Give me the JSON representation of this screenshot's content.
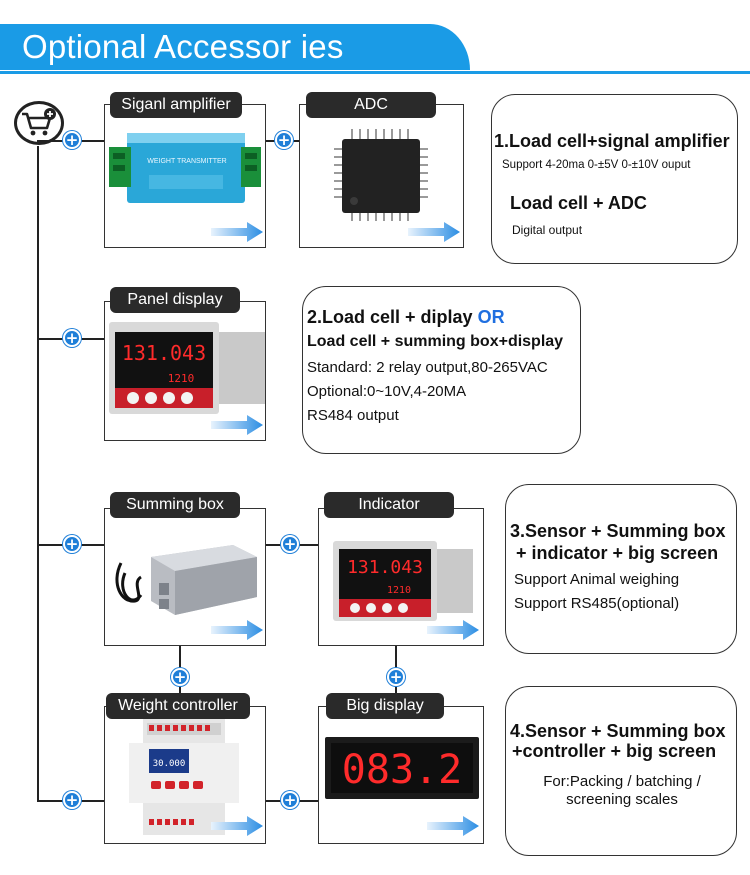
{
  "header": {
    "title": "Optional Accessor ies"
  },
  "colors": {
    "accent": "#1a9be6",
    "plus": "#1f7fd8",
    "label_bg": "#2a2a2a",
    "display_red": "#ff2b2b"
  },
  "icons": {
    "cart": "shopping-cart-add-icon",
    "plus": "plus-circle-icon",
    "arrow": "right-arrow-icon"
  },
  "cards": {
    "amplifier": {
      "label": "Siganl amplifier",
      "device_text": "WEIGHT TRANSMITTER"
    },
    "adc": {
      "label": "ADC"
    },
    "panel": {
      "label": "Panel display",
      "reading": "131.043",
      "sub_reading": "1210"
    },
    "summing": {
      "label": "Summing box"
    },
    "indicator": {
      "label": "Indicator",
      "reading": "131.043",
      "sub_reading": "1210"
    },
    "controller": {
      "label": "Weight controller",
      "reading": "30.000"
    },
    "bigdisplay": {
      "label": "Big display",
      "reading": "083.2"
    }
  },
  "info": {
    "box1": {
      "title": "1.Load cell+signal amplifier",
      "line1": "Support 4-20ma  0-±5V  0-±10V ouput",
      "title2": "Load cell + ADC",
      "line2": "Digital output"
    },
    "box2": {
      "title_a": "2.Load cell + diplay ",
      "title_or": "OR",
      "title_b": "Load cell + summing box+display",
      "line1": "Standard: 2 relay output,80-265VAC",
      "line2": "Optional:0~10V,4-20MA",
      "line3": "RS484 output"
    },
    "box3": {
      "title_a": "3.Sensor + Summing box",
      "title_b": "+ indicator + big screen",
      "line1": "Support Animal weighing",
      "line2": "Support RS485(optional)"
    },
    "box4": {
      "title_a": "4.Sensor + Summing box",
      "title_b": "+controller + big screen",
      "line1": "For:Packing / batching /",
      "line2": "screening scales"
    }
  }
}
